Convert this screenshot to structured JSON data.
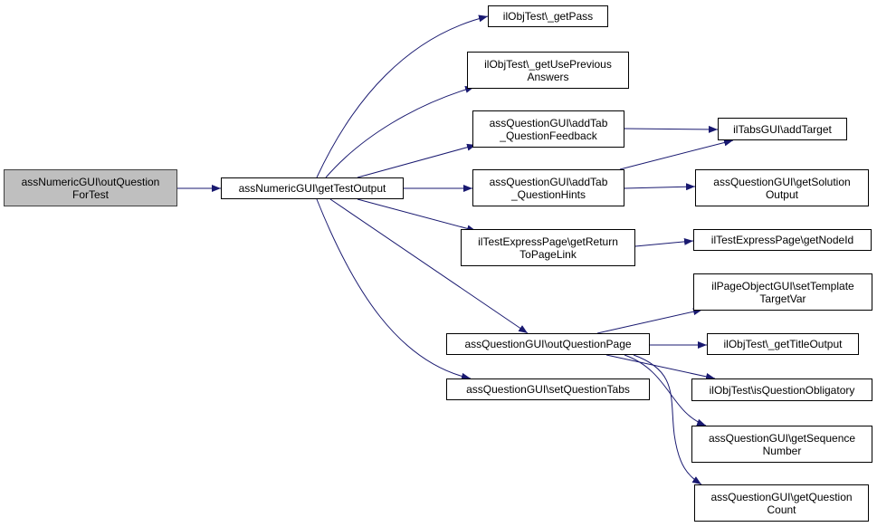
{
  "colors": {
    "edge": "#191970",
    "root_fill": "#bfbfbf",
    "node_fill": "#ffffff"
  },
  "nodes": [
    {
      "id": "n0",
      "label": "assNumericGUI\\outQuestion\nForTest",
      "root": true
    },
    {
      "id": "n1",
      "label": "assNumericGUI\\getTestOutput"
    },
    {
      "id": "n2",
      "label": "ilObjTest\\_getPass"
    },
    {
      "id": "n3",
      "label": "ilObjTest\\_getUsePrevious\nAnswers"
    },
    {
      "id": "n4",
      "label": "assQuestionGUI\\addTab\n_QuestionFeedback"
    },
    {
      "id": "n5",
      "label": "assQuestionGUI\\addTab\n_QuestionHints"
    },
    {
      "id": "n6",
      "label": "ilTestExpressPage\\getReturn\nToPageLink"
    },
    {
      "id": "n7",
      "label": "assQuestionGUI\\outQuestionPage"
    },
    {
      "id": "n8",
      "label": "assQuestionGUI\\setQuestionTabs"
    },
    {
      "id": "n9",
      "label": "ilTabsGUI\\addTarget"
    },
    {
      "id": "n10",
      "label": "assQuestionGUI\\getSolution\nOutput"
    },
    {
      "id": "n11",
      "label": "ilTestExpressPage\\getNodeId"
    },
    {
      "id": "n12",
      "label": "ilPageObjectGUI\\setTemplate\nTargetVar"
    },
    {
      "id": "n13",
      "label": "ilObjTest\\_getTitleOutput"
    },
    {
      "id": "n14",
      "label": "ilObjTest\\isQuestionObligatory"
    },
    {
      "id": "n15",
      "label": "assQuestionGUI\\getSequence\nNumber"
    },
    {
      "id": "n16",
      "label": "assQuestionGUI\\getQuestion\nCount"
    }
  ],
  "edges": [
    [
      "n0",
      "n1"
    ],
    [
      "n1",
      "n2"
    ],
    [
      "n1",
      "n3"
    ],
    [
      "n1",
      "n4"
    ],
    [
      "n1",
      "n5"
    ],
    [
      "n1",
      "n6"
    ],
    [
      "n1",
      "n7"
    ],
    [
      "n1",
      "n8"
    ],
    [
      "n4",
      "n9"
    ],
    [
      "n5",
      "n9"
    ],
    [
      "n5",
      "n10"
    ],
    [
      "n6",
      "n11"
    ],
    [
      "n7",
      "n12"
    ],
    [
      "n7",
      "n13"
    ],
    [
      "n7",
      "n14"
    ],
    [
      "n7",
      "n15"
    ],
    [
      "n7",
      "n16"
    ]
  ]
}
